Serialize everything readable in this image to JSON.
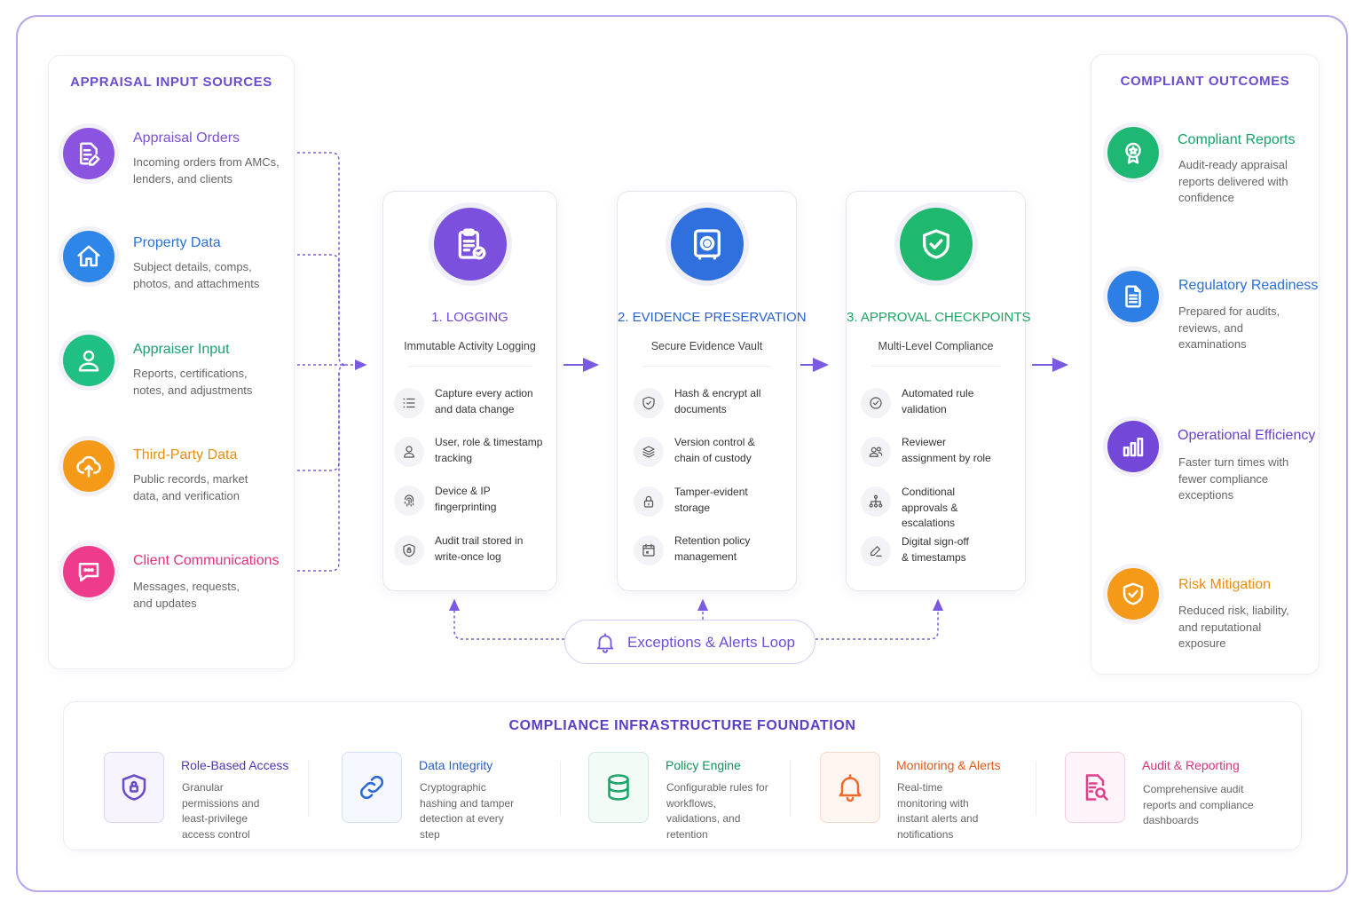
{
  "inputs": {
    "title": "APPRAISAL INPUT SOURCES",
    "items": [
      {
        "title": "Appraisal Orders",
        "desc": "Incoming orders from AMCs, lenders, and clients",
        "color": "#8b54e0",
        "icon": "document-edit-icon"
      },
      {
        "title": "Property Data",
        "desc": "Subject details, comps, photos, and attachments",
        "color": "#2e86e8",
        "icon": "home-icon"
      },
      {
        "title": "Appraiser Input",
        "desc": "Reports, certifications, notes, and adjustments",
        "color": "#20bf83",
        "icon": "user-icon"
      },
      {
        "title": "Third-Party Data",
        "desc": "Public records, market data, and verification",
        "color": "#f59a18",
        "icon": "cloud-upload-icon"
      },
      {
        "title": "Client Communications",
        "desc": "Messages, requests, and updates",
        "color": "#ee3b8c",
        "icon": "chat-icon"
      }
    ]
  },
  "stages": [
    {
      "title": "1. LOGGING",
      "subtitle": "Immutable Activity Logging",
      "color": "#7b50dc",
      "icon": "clipboard-check-icon",
      "steps": [
        {
          "text": "Capture every action and data change",
          "icon": "list-icon"
        },
        {
          "text": "User, role & timestamp tracking",
          "icon": "user-icon"
        },
        {
          "text": "Device & IP fingerprinting",
          "icon": "fingerprint-icon"
        },
        {
          "text": "Audit trail stored in write-once log",
          "icon": "shield-lock-icon"
        }
      ]
    },
    {
      "title": "2. EVIDENCE PRESERVATION",
      "subtitle": "Secure Evidence Vault",
      "color": "#2f6fde",
      "icon": "vault-icon",
      "steps": [
        {
          "text": "Hash & encrypt all documents",
          "icon": "shield-icon"
        },
        {
          "text": "Version control & chain of custody",
          "icon": "layers-icon"
        },
        {
          "text": "Tamper-evident storage",
          "icon": "lock-icon"
        },
        {
          "text": "Retention policy management",
          "icon": "calendar-icon"
        }
      ]
    },
    {
      "title": "3. APPROVAL CHECKPOINTS",
      "subtitle": "Multi-Level Compliance",
      "color": "#1fb86f",
      "icon": "shield-check-icon",
      "steps": [
        {
          "text": "Automated rule validation",
          "icon": "check-circle-icon"
        },
        {
          "text": "Reviewer assignment by role",
          "icon": "users-icon"
        },
        {
          "text": "Conditional approvals & escalations",
          "icon": "hierarchy-icon"
        },
        {
          "text": "Digital sign-off & timestamps",
          "icon": "signature-icon"
        }
      ]
    }
  ],
  "loop": {
    "label": "Exceptions & Alerts Loop"
  },
  "outcomes": {
    "title": "COMPLIANT OUTCOMES",
    "items": [
      {
        "title": "Compliant Reports",
        "desc": "Audit-ready appraisal reports delivered with confidence",
        "color": "#1fb774",
        "icon": "award-icon"
      },
      {
        "title": "Regulatory Readiness",
        "desc": "Prepared for audits, reviews, and examinations",
        "color": "#2d7fe6",
        "icon": "document-icon"
      },
      {
        "title": "Operational Efficiency",
        "desc": "Faster turn times with fewer compliance exceptions",
        "color": "#7348d8",
        "icon": "bar-chart-icon"
      },
      {
        "title": "Risk Mitigation",
        "desc": "Reduced risk, liability, and reputational exposure",
        "color": "#f59a18",
        "icon": "shield-check-icon"
      }
    ]
  },
  "foundation": {
    "title": "COMPLIANCE INFRASTRUCTURE FOUNDATION",
    "items": [
      {
        "title": "Role-Based Access",
        "desc": "Granular permissions and least-privilege access control",
        "color": "#6a4cc8",
        "icon": "shield-lock-icon"
      },
      {
        "title": "Data Integrity",
        "desc": "Cryptographic hashing and tamper detection at every step",
        "color": "#2e6ad6",
        "icon": "link-icon"
      },
      {
        "title": "Policy Engine",
        "desc": "Configurable rules for workflows, validations, and retention",
        "color": "#1ea56b",
        "icon": "database-icon"
      },
      {
        "title": "Monitoring & Alerts",
        "desc": "Real-time monitoring with instant alerts and notifications",
        "color": "#ef6a2a",
        "icon": "bell-icon"
      },
      {
        "title": "Audit & Reporting",
        "desc": "Comprehensive audit reports and compliance dashboards",
        "color": "#e0408a",
        "icon": "report-search-icon"
      }
    ]
  }
}
